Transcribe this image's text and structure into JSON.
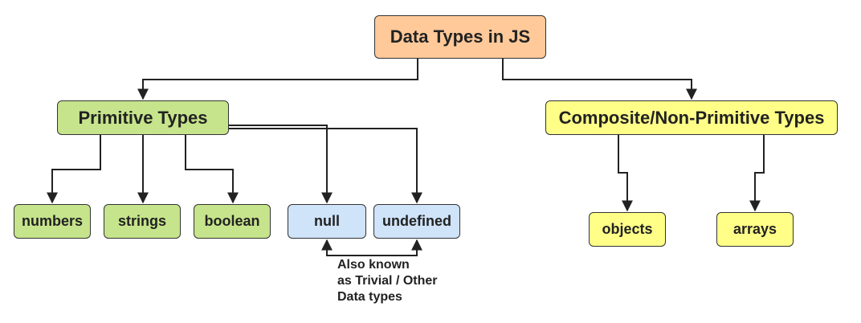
{
  "diagram": {
    "root": {
      "label": "Data Types in JS",
      "color": "#ffc999"
    },
    "primitive": {
      "label": "Primitive Types",
      "color": "#c6e48b",
      "children": [
        "numbers",
        "strings",
        "boolean"
      ],
      "trivial_children": [
        "null",
        "undefined"
      ],
      "trivial_color": "#cfe3f9"
    },
    "composite": {
      "label": "Composite/Non-Primitive Types",
      "color": "#ffff88",
      "children": [
        "objects",
        "arrays"
      ]
    },
    "note": {
      "lines": [
        "Also known",
        "as Trivial / Other",
        "Data types"
      ]
    }
  }
}
